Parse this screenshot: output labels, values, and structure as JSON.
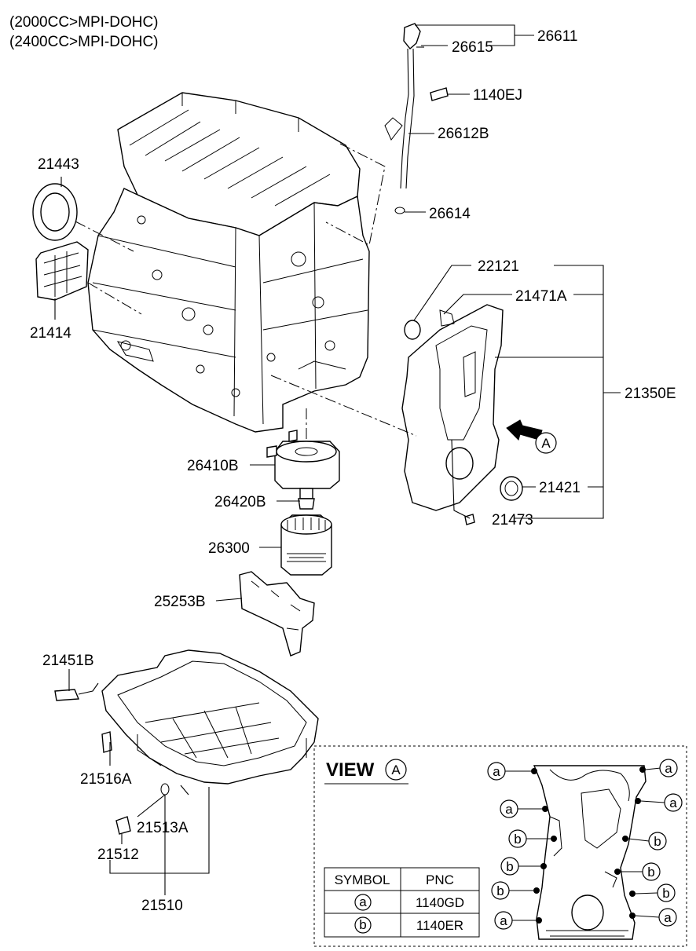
{
  "header": {
    "line1": "(2000CC>MPI-DOHC)",
    "line2": "(2400CC>MPI-DOHC)"
  },
  "parts": {
    "p26611": "26611",
    "p26615": "26615",
    "p1140EJ": "1140EJ",
    "p26612B": "26612B",
    "p26614": "26614",
    "p21443": "21443",
    "p21414": "21414",
    "p22121": "22121",
    "p21471A": "21471A",
    "p21350E": "21350E",
    "p21421": "21421",
    "p21473": "21473",
    "p26410B": "26410B",
    "p26420B": "26420B",
    "p26300": "26300",
    "p25253B": "25253B",
    "p21451B": "21451B",
    "p21516A": "21516A",
    "p21513A": "21513A",
    "p21512": "21512",
    "p21510": "21510"
  },
  "arrow_marker": "A",
  "view": {
    "title": "VIEW",
    "letter": "A",
    "marker_a": "a",
    "marker_b": "b",
    "table": {
      "headers": [
        "SYMBOL",
        "PNC"
      ],
      "rows": [
        {
          "symbol": "a",
          "pnc": "1140GD"
        },
        {
          "symbol": "b",
          "pnc": "1140ER"
        }
      ]
    }
  }
}
